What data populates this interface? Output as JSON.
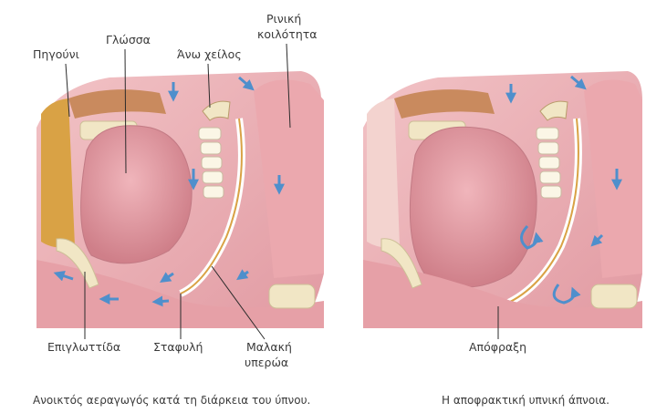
{
  "left_panel": {
    "labels": {
      "chin": "Πηγούνι",
      "tongue": "Γλώσσα",
      "upper_lip": "Άνω χείλος",
      "nasal_cavity_line1": "Ρινική",
      "nasal_cavity_line2": "κοιλότητα",
      "epiglottis": "Επιγλωττίδα",
      "uvula": "Σταφυλή",
      "soft_palate_line1": "Μαλακή",
      "soft_palate_line2": "υπερώα"
    },
    "caption": "Ανοικτός αεραγωγός κατά τη διάρκεια του ύπνου."
  },
  "right_panel": {
    "labels": {
      "obstruction": "Απόφραξη"
    },
    "caption": "Η αποφρακτική υπνική άπνοια."
  },
  "colors": {
    "tissue": "#e9a7ad",
    "tongue": "#dc8d97",
    "fat": "#d9a245",
    "bone": "#f1e6c5",
    "airflow_arrow": "#4f8fcc"
  }
}
